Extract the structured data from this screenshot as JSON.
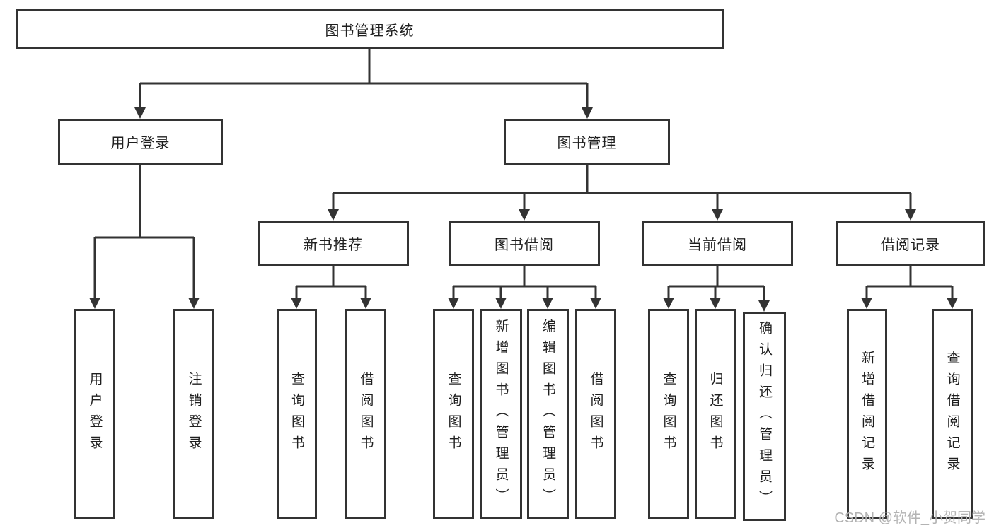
{
  "diagram": {
    "root": "图书管理系统",
    "level2": {
      "user_login": "用户登录",
      "book_management": "图书管理"
    },
    "level3": {
      "new_book_recommend": "新书推荐",
      "book_borrowing": "图书借阅",
      "current_borrowing": "当前借阅",
      "borrowing_records": "借阅记录"
    },
    "leaves": {
      "user_login": "用户登录",
      "logout": "注销登录",
      "query_books_1": "查询图书",
      "borrow_books_1": "借阅图书",
      "query_books_2": "查询图书",
      "add_books_admin": "新增图书（管理员）",
      "edit_books_admin": "编辑图书（管理员）",
      "borrow_books_2": "借阅图书",
      "query_books_3": "查询图书",
      "return_books": "归还图书",
      "confirm_return_admin": "确认归还（管理员）",
      "add_borrow_record": "新增借阅记录",
      "query_borrow_record": "查询借阅记录"
    }
  },
  "watermark": "CSDN @软件_小贺同学",
  "colors": {
    "line": "#333333",
    "border": "#333333",
    "text": "#1f1f1f",
    "watermark": "#b3b3b3",
    "background": "#ffffff"
  }
}
